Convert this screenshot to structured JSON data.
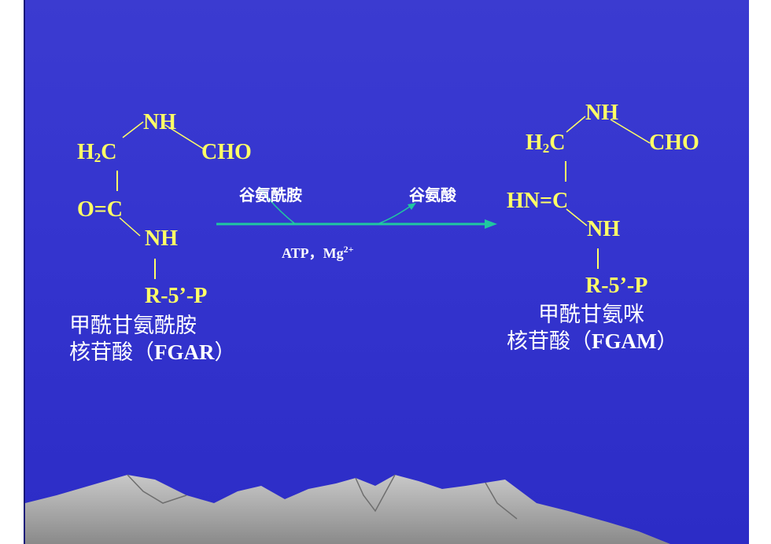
{
  "left": {
    "nh_top": "NH",
    "h2c_main": "H",
    "h2c_sub": "2",
    "h2c_end": "C",
    "cho": "CHO",
    "oc": "O=C",
    "nh_bottom": "NH",
    "r5p": "R-5’-P",
    "name_line1": "甲酰甘氨酰胺",
    "name_line2_cn": "核苷酸（",
    "name_line2_abbr": "FGAR",
    "name_line2_close": "）"
  },
  "right": {
    "nh_top": "NH",
    "h2c_main": "H",
    "h2c_sub": "2",
    "h2c_end": "C",
    "cho": "CHO",
    "hnc": "HN=C",
    "nh_bottom": "NH",
    "r5p": "R-5’-P",
    "name_line1": "甲酰甘氨咪",
    "name_line2_cn": "核苷酸（",
    "name_line2_abbr": "FGAM",
    "name_line2_close": "）"
  },
  "reaction": {
    "reactant_in": "谷氨酰胺",
    "product_out": "谷氨酸",
    "cond_text": "ATP，Mg",
    "cond_sup": "2+"
  },
  "colors": {
    "background": "#3535cf",
    "formula": "#ffff66",
    "text": "#ffffff",
    "arrow": "#20c8a0",
    "mountains": "#a0a0a0"
  }
}
